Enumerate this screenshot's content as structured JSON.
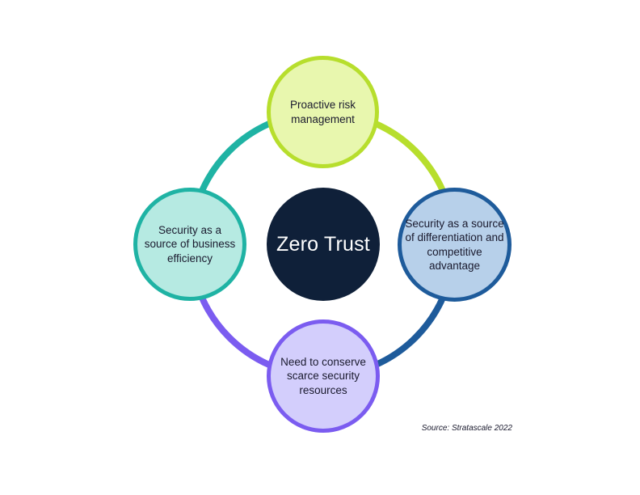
{
  "diagram": {
    "center": {
      "label": "Zero Trust",
      "color": "#0f2039"
    },
    "nodes": [
      {
        "id": "top",
        "label": "Proactive risk management",
        "fill": "#e8f7ae",
        "stroke": "#b7de2d"
      },
      {
        "id": "right",
        "label": "Security as a source of differentiation and competitive advantage",
        "fill": "#b7d0ea",
        "stroke": "#1e5b9b"
      },
      {
        "id": "bottom",
        "label": "Need to conserve scarce security resources",
        "fill": "#d3cefc",
        "stroke": "#7b5cf0"
      },
      {
        "id": "left",
        "label": "Security as a source of business efficiency",
        "fill": "#b6eae2",
        "stroke": "#1fb3a4"
      }
    ],
    "ring_colors": {
      "top_to_right": "#b7de2d",
      "right_to_bottom": "#1e5b9b",
      "bottom_to_left": "#7b5cf0",
      "left_to_top": "#1fb3a4"
    }
  },
  "source": "Source: Stratascale 2022"
}
